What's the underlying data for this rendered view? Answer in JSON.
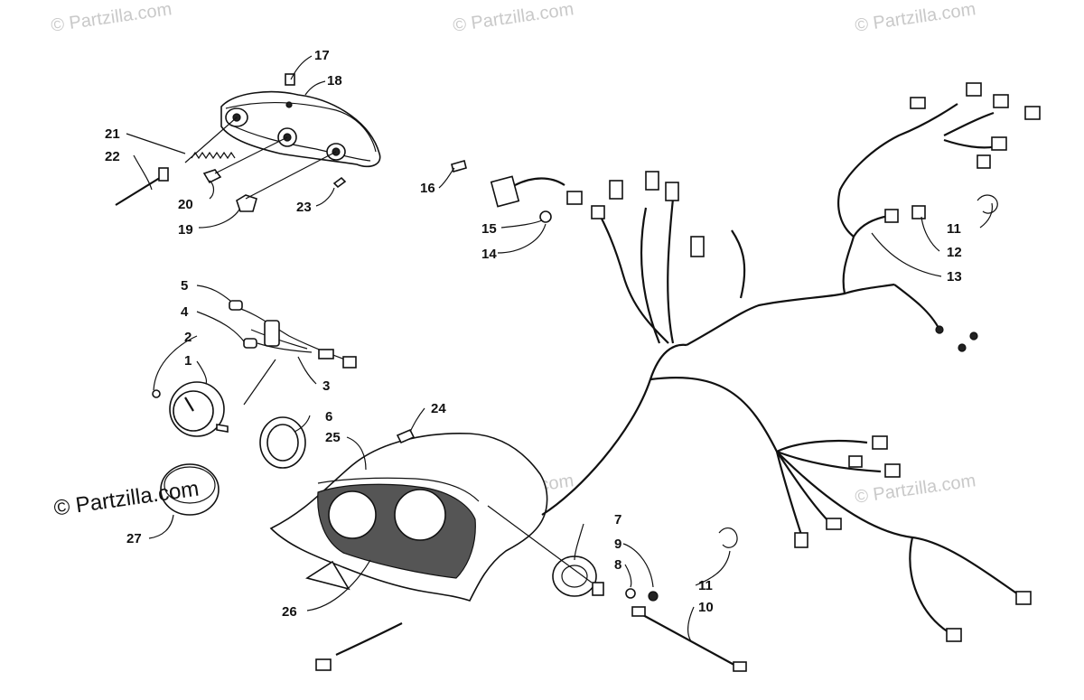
{
  "watermarks": {
    "top_left": "© Partzilla.com",
    "top_center": "© Partzilla.com",
    "top_right": "© Partzilla.com",
    "middle_right": "© Partzilla.com",
    "middle_center": "© Partzilla.com",
    "left_strong": "© Partzilla.com"
  },
  "callouts": {
    "c1": "1",
    "c2": "2",
    "c3": "3",
    "c4": "4",
    "c5": "5",
    "c6": "6",
    "c7": "7",
    "c8": "8",
    "c9": "9",
    "c10": "10",
    "c11a": "11",
    "c11b": "11",
    "c12": "12",
    "c13": "13",
    "c14": "14",
    "c15": "15",
    "c16": "16",
    "c17": "17",
    "c18": "18",
    "c19": "19",
    "c20": "20",
    "c21": "21",
    "c22": "22",
    "c23": "23",
    "c24": "24",
    "c25": "25",
    "c26": "26",
    "c27": "27"
  }
}
